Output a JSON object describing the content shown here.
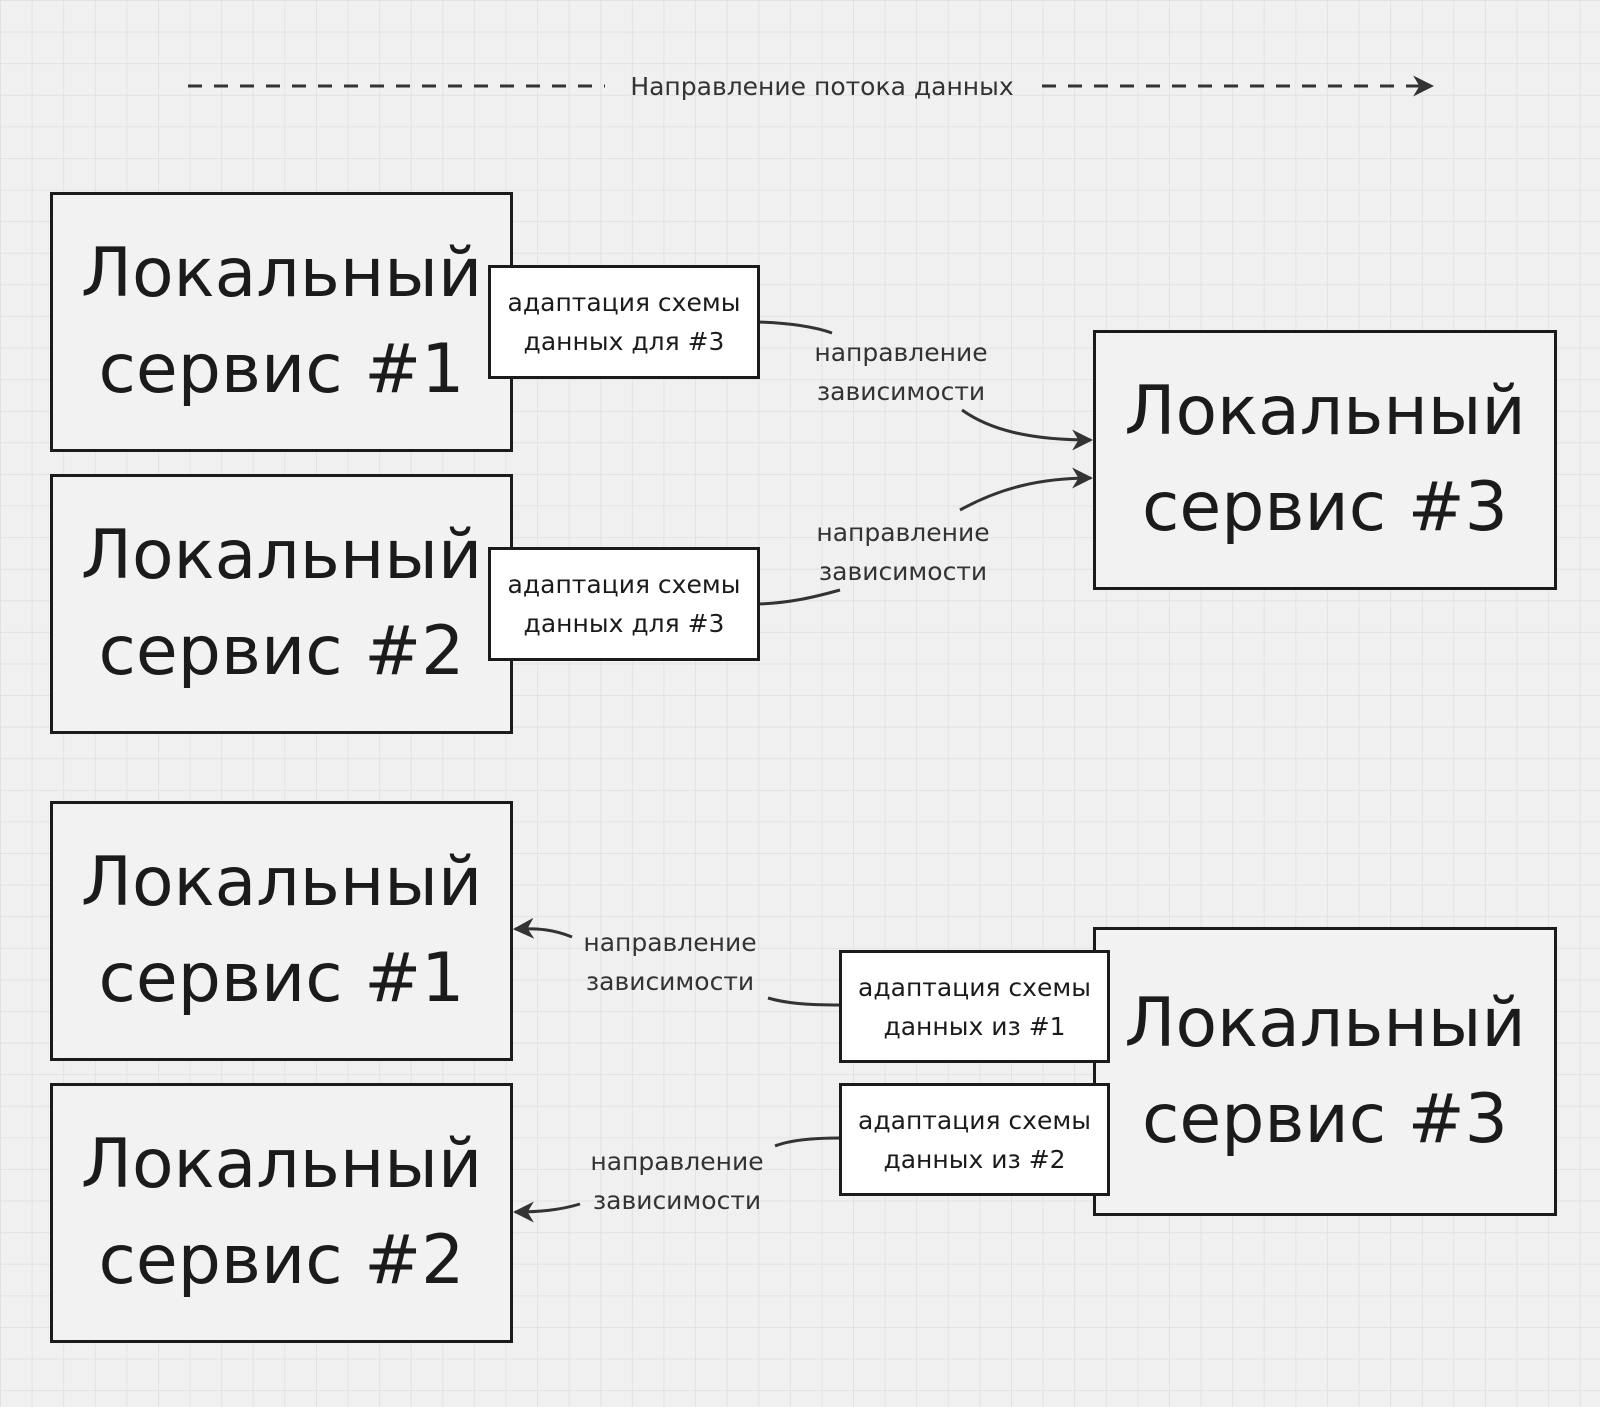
{
  "flow": {
    "label": "Направление потока данных"
  },
  "top": {
    "service1": {
      "line1": "Локальный",
      "line2": "сервис #1"
    },
    "service2": {
      "line1": "Локальный",
      "line2": "сервис #2"
    },
    "service3": {
      "line1": "Локальный",
      "line2": "сервис #3"
    },
    "adapter1": {
      "line1": "адаптация схемы",
      "line2": "данных для #3"
    },
    "adapter2": {
      "line1": "адаптация схемы",
      "line2": "данных для #3"
    },
    "dep1": {
      "line1": "направление",
      "line2": "зависимости"
    },
    "dep2": {
      "line1": "направление",
      "line2": "зависимости"
    }
  },
  "bottom": {
    "service1": {
      "line1": "Локальный",
      "line2": "сервис #1"
    },
    "service2": {
      "line1": "Локальный",
      "line2": "сервис #2"
    },
    "service3": {
      "line1": "Локальный",
      "line2": "сервис #3"
    },
    "adapter1": {
      "line1": "адаптация схемы",
      "line2": "данных из #1"
    },
    "adapter2": {
      "line1": "адаптация схемы",
      "line2": "данных из #2"
    },
    "dep1": {
      "line1": "направление",
      "line2": "зависимости"
    },
    "dep2": {
      "line1": "направление",
      "line2": "зависимости"
    }
  },
  "colors": {
    "stroke": "#1b1b1b",
    "arrow": "#333333",
    "background": "#f0f0f0",
    "adapter_fill": "#ffffff"
  }
}
